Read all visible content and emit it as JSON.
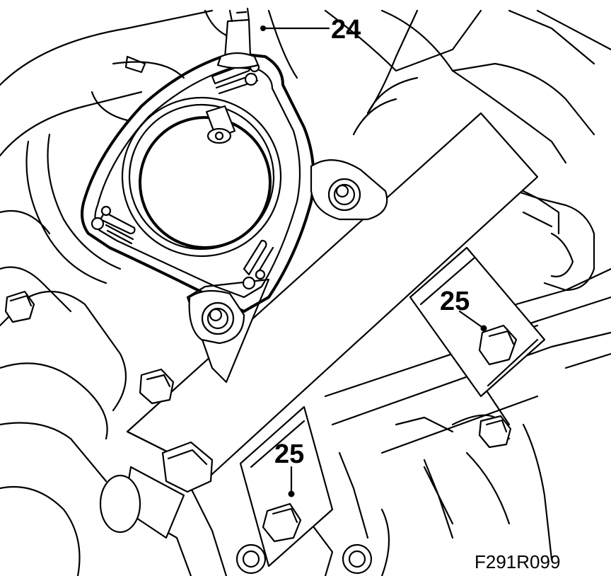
{
  "callouts": {
    "c24": "24",
    "c25a": "25",
    "c25b": "25"
  },
  "figure_ref": "F291R099"
}
